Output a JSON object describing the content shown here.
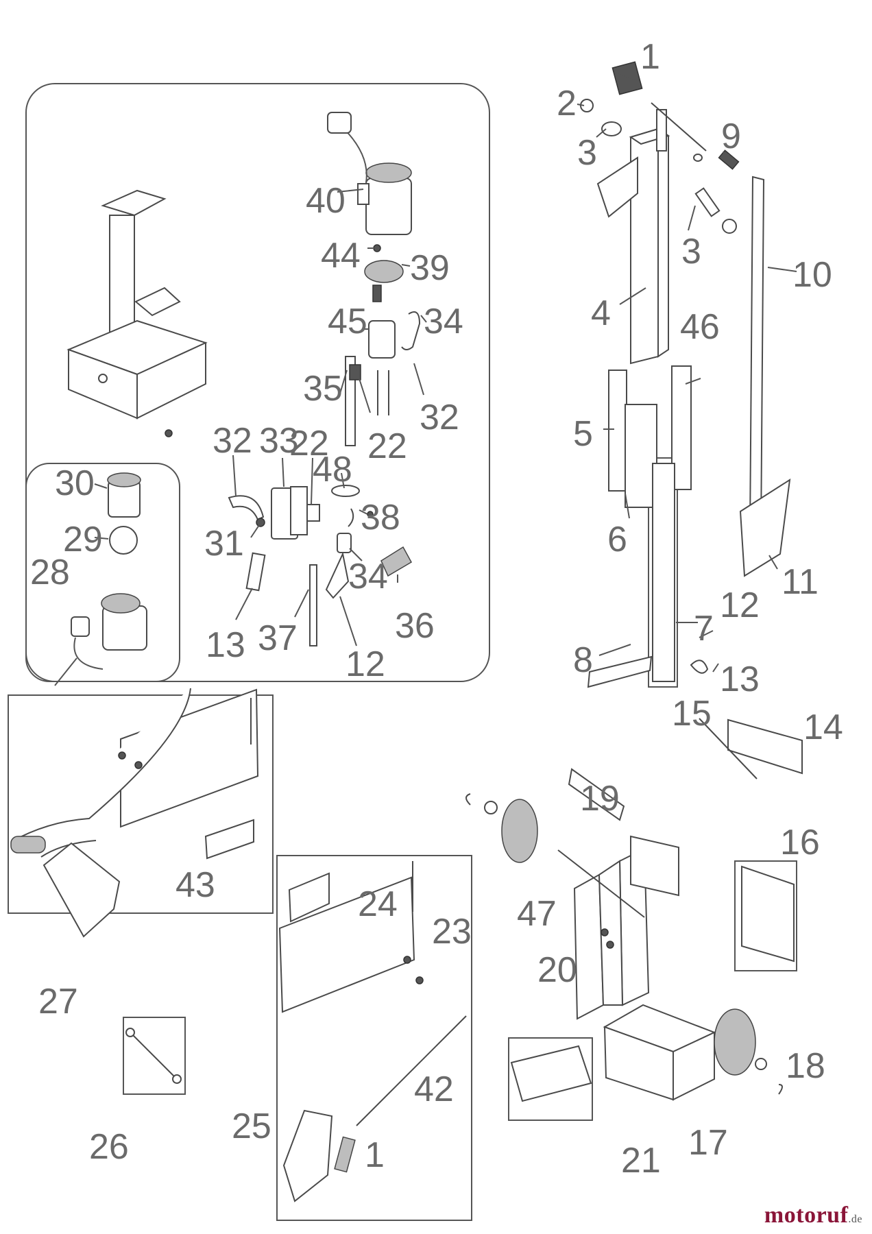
{
  "diagram": {
    "callouts": [
      "1",
      "2",
      "3",
      "9",
      "3",
      "10",
      "4",
      "46",
      "5",
      "6",
      "7",
      "12",
      "11",
      "8",
      "13",
      "40",
      "44",
      "39",
      "45",
      "34",
      "32",
      "35",
      "22",
      "32",
      "33",
      "22",
      "48",
      "38",
      "30",
      "29",
      "31",
      "34",
      "36",
      "37",
      "13",
      "12",
      "28",
      "15",
      "14",
      "19",
      "16",
      "47",
      "20",
      "18",
      "17",
      "21",
      "43",
      "24",
      "23",
      "27",
      "42",
      "25",
      "26",
      "1"
    ]
  },
  "brand": {
    "name": "motoruf",
    "tld": ".de"
  },
  "colors": {
    "line": "#4a4a4a",
    "label": "#6a6a6a",
    "brand": "#8a1538"
  }
}
